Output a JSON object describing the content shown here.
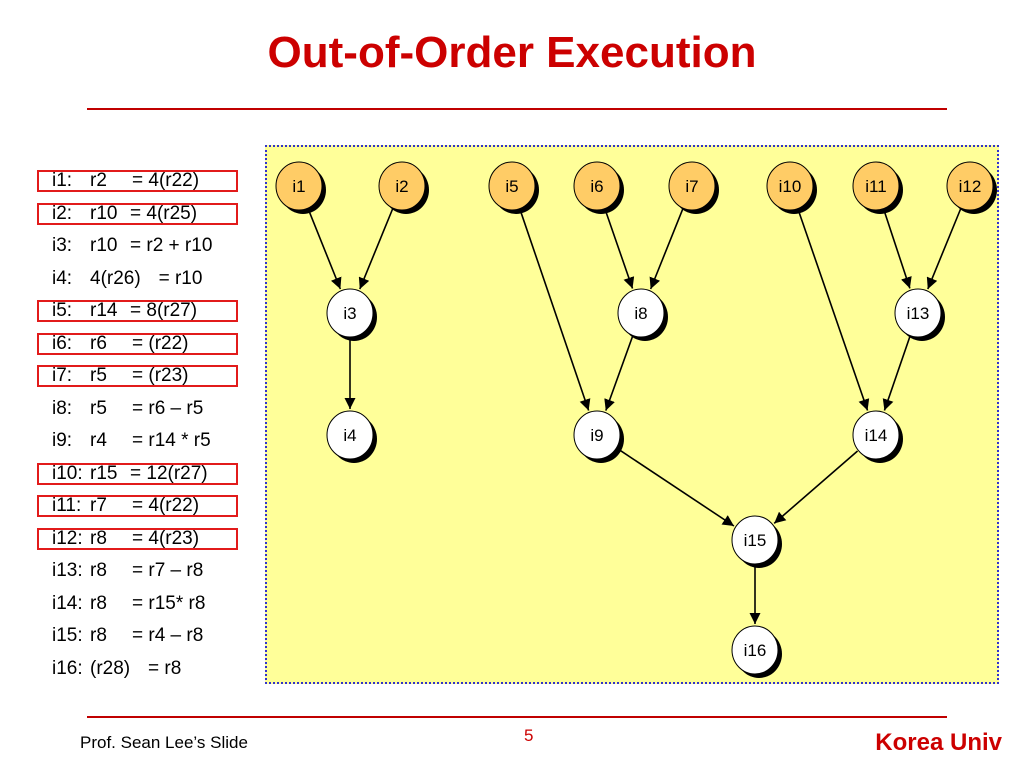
{
  "title": "Out-of-Order Execution",
  "instructions": [
    {
      "label": "i1:",
      "lhs": "r2",
      "rhs": "= 4(r22)",
      "highlighted": true
    },
    {
      "label": "i2:",
      "lhs": "r10",
      "rhs": "= 4(r25)",
      "highlighted": true
    },
    {
      "label": "i3:",
      "lhs": "r10",
      "rhs": "= r2 + r10",
      "highlighted": false
    },
    {
      "label": "i4:",
      "lhs": "4(r26)",
      "rhs": "= r10",
      "highlighted": false
    },
    {
      "label": "i5:",
      "lhs": "r14",
      "rhs": "= 8(r27)",
      "highlighted": true
    },
    {
      "label": "i6:",
      "lhs": "r6",
      "rhs": "= (r22)",
      "highlighted": true
    },
    {
      "label": "i7:",
      "lhs": "r5",
      "rhs": "= (r23)",
      "highlighted": true
    },
    {
      "label": "i8:",
      "lhs": "r5",
      "rhs": "= r6 – r5",
      "highlighted": false
    },
    {
      "label": "i9:",
      "lhs": "r4",
      "rhs": "= r14 * r5",
      "highlighted": false
    },
    {
      "label": "i10:",
      "lhs": "r15",
      "rhs": "= 12(r27)",
      "highlighted": true
    },
    {
      "label": "i11:",
      "lhs": "r7",
      "rhs": "= 4(r22)",
      "highlighted": true
    },
    {
      "label": "i12:",
      "lhs": "r8",
      "rhs": "= 4(r23)",
      "highlighted": true
    },
    {
      "label": "i13:",
      "lhs": "r8",
      "rhs": "= r7 – r8",
      "highlighted": false
    },
    {
      "label": "i14:",
      "lhs": "r8",
      "rhs": "= r15* r8",
      "highlighted": false
    },
    {
      "label": "i15:",
      "lhs": "r8",
      "rhs": "= r4 – r8",
      "highlighted": false
    },
    {
      "label": "i16:",
      "lhs": "(r28)",
      "rhs": "= r8",
      "highlighted": false
    }
  ],
  "graph": {
    "nodes": [
      {
        "id": "i1",
        "kind": "load"
      },
      {
        "id": "i2",
        "kind": "load"
      },
      {
        "id": "i5",
        "kind": "load"
      },
      {
        "id": "i6",
        "kind": "load"
      },
      {
        "id": "i7",
        "kind": "load"
      },
      {
        "id": "i10",
        "kind": "load"
      },
      {
        "id": "i11",
        "kind": "load"
      },
      {
        "id": "i12",
        "kind": "load"
      },
      {
        "id": "i3",
        "kind": "op"
      },
      {
        "id": "i8",
        "kind": "op"
      },
      {
        "id": "i13",
        "kind": "op"
      },
      {
        "id": "i4",
        "kind": "op"
      },
      {
        "id": "i9",
        "kind": "op"
      },
      {
        "id": "i14",
        "kind": "op"
      },
      {
        "id": "i15",
        "kind": "op"
      },
      {
        "id": "i16",
        "kind": "op"
      }
    ],
    "edges": [
      [
        "i1",
        "i3"
      ],
      [
        "i2",
        "i3"
      ],
      [
        "i3",
        "i4"
      ],
      [
        "i5",
        "i9"
      ],
      [
        "i6",
        "i8"
      ],
      [
        "i7",
        "i8"
      ],
      [
        "i8",
        "i9"
      ],
      [
        "i10",
        "i14"
      ],
      [
        "i11",
        "i13"
      ],
      [
        "i12",
        "i13"
      ],
      [
        "i13",
        "i14"
      ],
      [
        "i9",
        "i15"
      ],
      [
        "i14",
        "i15"
      ],
      [
        "i15",
        "i16"
      ]
    ],
    "colors": {
      "load": "#ffcc66",
      "op": "#ffffff",
      "shadow": "#000000",
      "stroke": "#000000"
    }
  },
  "footer": {
    "left": "Prof. Sean Lee’s Slide",
    "page": "5",
    "right": "Korea Univ"
  }
}
